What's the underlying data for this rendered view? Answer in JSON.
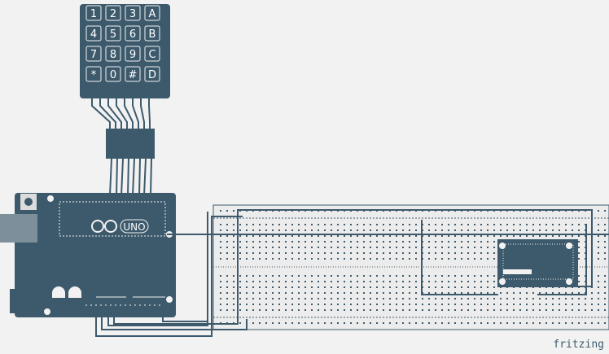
{
  "colors": {
    "part": "#3d5a6c",
    "background": "#f2f2f2",
    "board": "#e6e6e6"
  },
  "keypad": {
    "rows": [
      [
        "1",
        "2",
        "3",
        "A"
      ],
      [
        "4",
        "5",
        "6",
        "B"
      ],
      [
        "7",
        "8",
        "9",
        "C"
      ],
      [
        "*",
        "0",
        "#",
        "D"
      ]
    ]
  },
  "arduino": {
    "model_label": "UNO"
  },
  "footer": {
    "brand": "fritzing"
  }
}
